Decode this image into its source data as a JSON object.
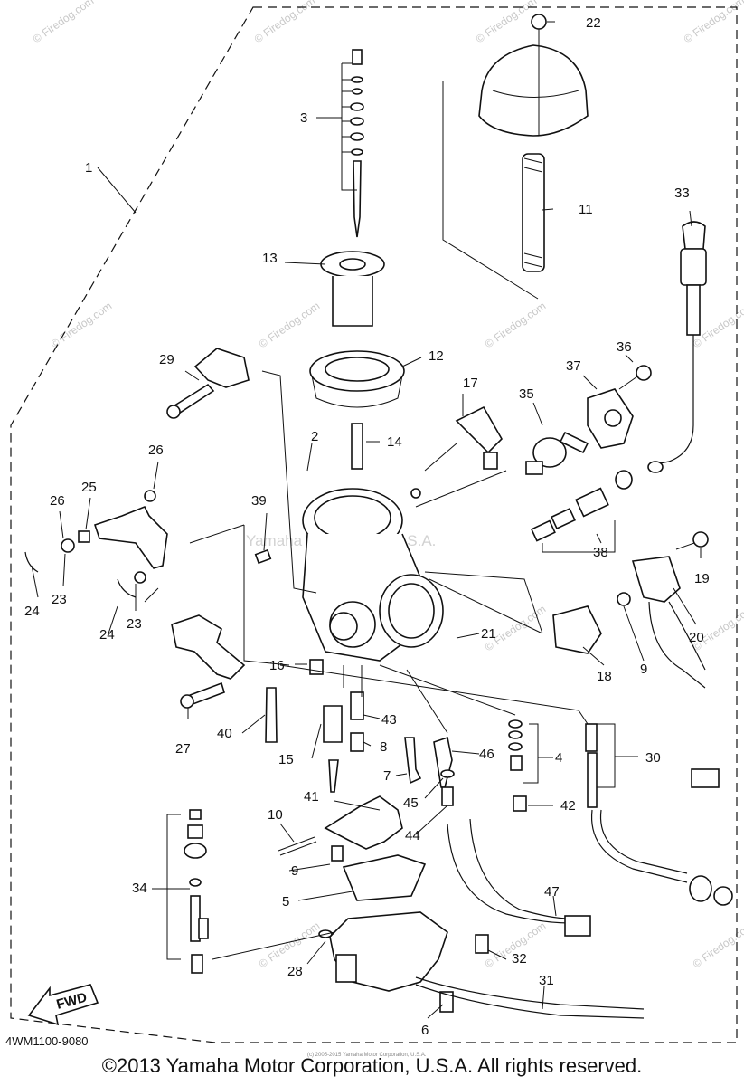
{
  "diagram": {
    "model_code": "4WM1100-9080",
    "copyright": "©2013 Yamaha Motor Corporation, U.S.A. All rights reserved.",
    "tiny_copyright": "(c) 2005-2015 Yamaha Motor Corporation, U.S.A.",
    "center_watermark": "Yamaha Motor Corp. U.S.A.",
    "watermark": "© Firedog.com",
    "fwd_label": "FWD",
    "callouts": [
      "1",
      "2",
      "3",
      "4",
      "5",
      "6",
      "7",
      "8",
      "9",
      "9",
      "10",
      "11",
      "12",
      "13",
      "14",
      "15",
      "16",
      "17",
      "18",
      "19",
      "20",
      "21",
      "22",
      "23",
      "23",
      "24",
      "24",
      "25",
      "26",
      "26",
      "27",
      "28",
      "29",
      "30",
      "31",
      "32",
      "33",
      "34",
      "35",
      "36",
      "37",
      "38",
      "39",
      "40",
      "41",
      "42",
      "43",
      "44",
      "45",
      "46",
      "47"
    ]
  }
}
